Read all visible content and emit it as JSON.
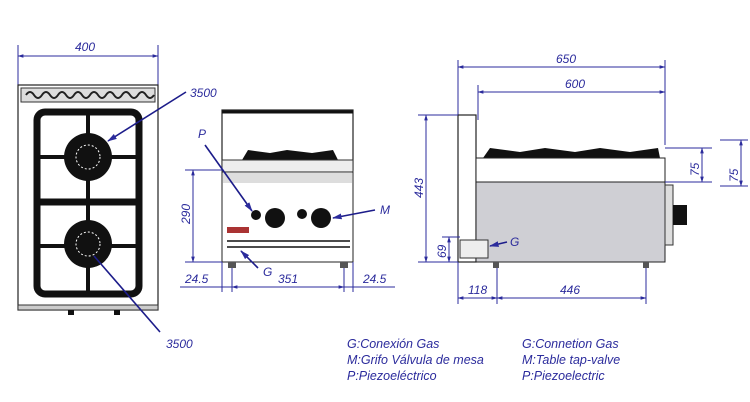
{
  "top_view": {
    "width_dim": "400",
    "burner_top_power": "3500",
    "burner_bottom_power": "3500"
  },
  "front_view": {
    "height_dim": "290",
    "left_offset": "24.5",
    "foot_span": "351",
    "right_offset": "24.5",
    "label_p": "P",
    "label_m": "M",
    "label_g": "G"
  },
  "side_view": {
    "total_depth": "650",
    "top_depth": "600",
    "height_dim": "443",
    "gas_height": "69",
    "top_height_1": "75",
    "top_height_2": "75",
    "rear_offset": "118",
    "foot_depth": "446",
    "label_g": "G"
  },
  "legend": {
    "es": [
      "G:Conexión Gas",
      "M:Grifo Válvula de mesa",
      "P:Piezoeléctrico"
    ],
    "en": [
      "G:Connetion Gas",
      "M:Table tap-valve",
      "P:Piezoelectric"
    ]
  },
  "colors": {
    "dimension": "#2b2b9c"
  }
}
